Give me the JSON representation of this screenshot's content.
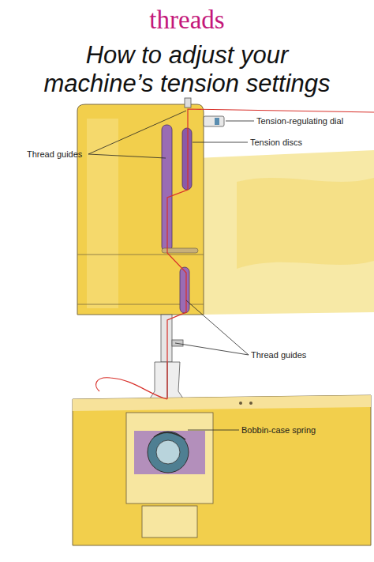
{
  "diagram": {
    "title": "How to adjust your machine’s tension settings",
    "labels": [
      "threads",
      "Tension-regulating dial",
      "Tension discs",
      "Thread guides",
      "Thread guides",
      "Bobbin-case spring"
    ]
  }
}
